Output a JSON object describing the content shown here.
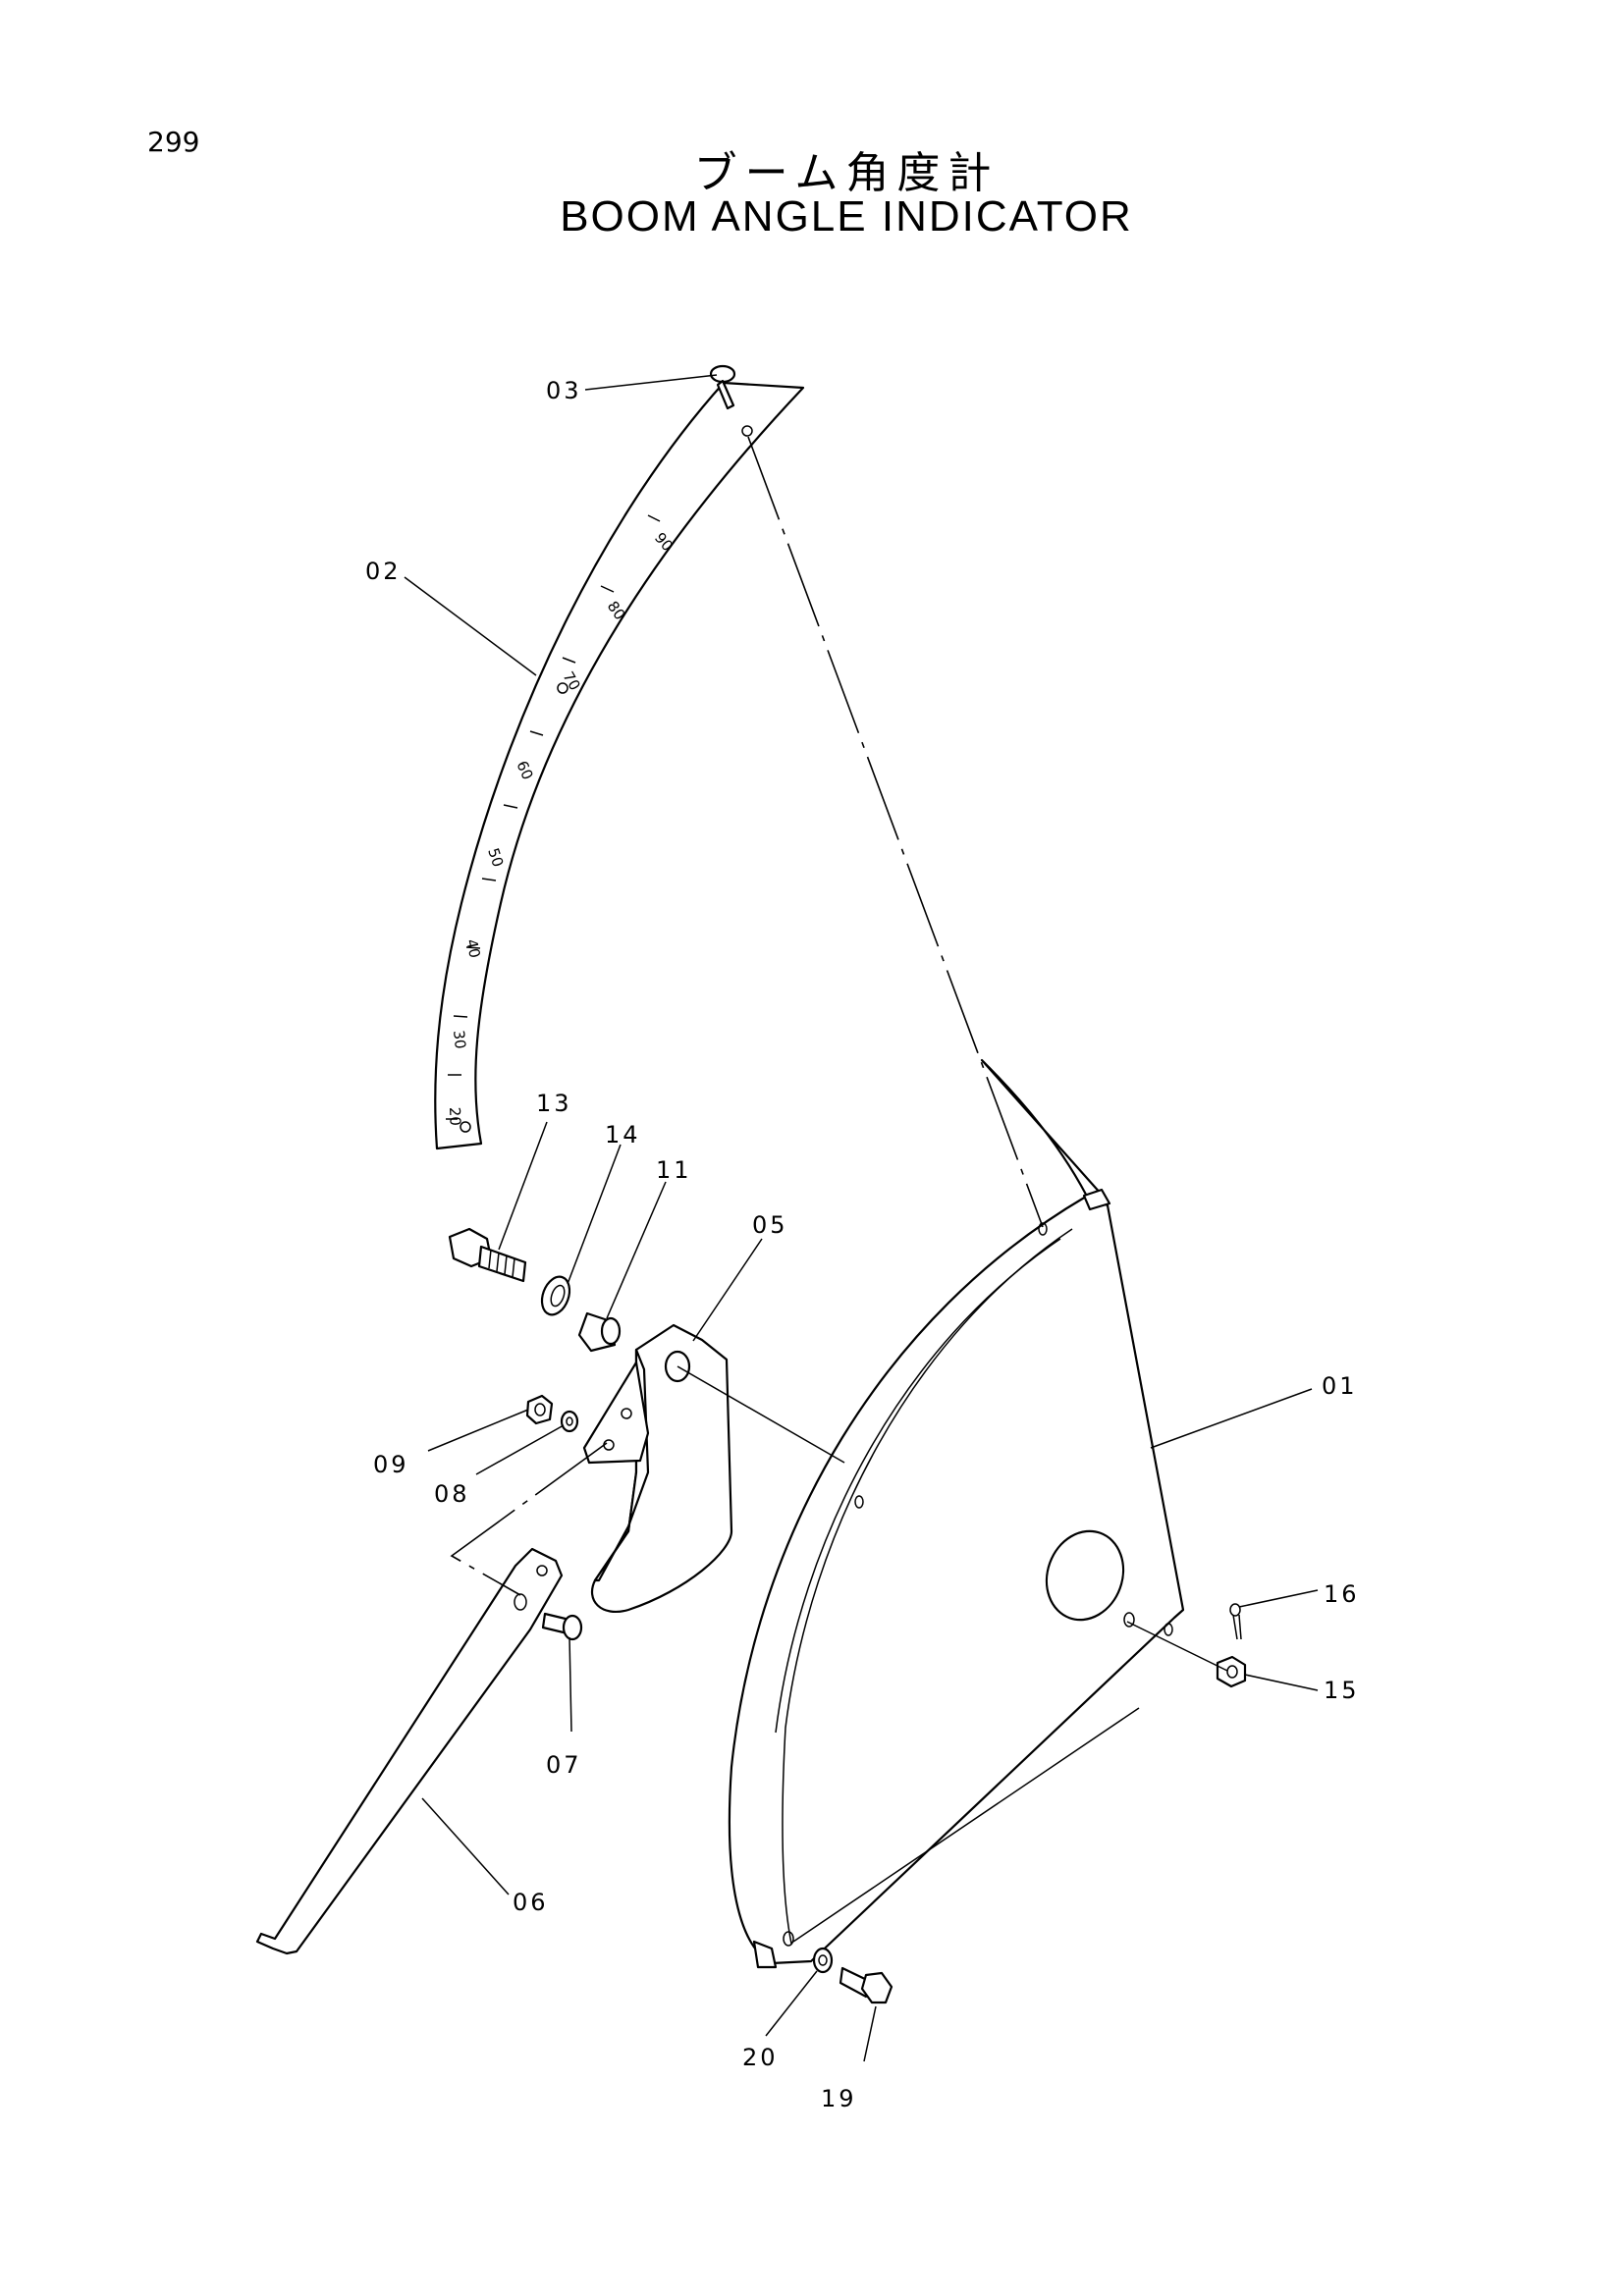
{
  "page_number": "299",
  "title_japanese": "ブーム角度計",
  "title_english": "BOOM ANGLE INDICATOR",
  "callouts": [
    {
      "id": "c01",
      "label": "01"
    },
    {
      "id": "c02",
      "label": "02"
    },
    {
      "id": "c03",
      "label": "03"
    },
    {
      "id": "c05",
      "label": "05"
    },
    {
      "id": "c06",
      "label": "06"
    },
    {
      "id": "c07",
      "label": "07"
    },
    {
      "id": "c08",
      "label": "08"
    },
    {
      "id": "c09",
      "label": "09"
    },
    {
      "id": "c11",
      "label": "11"
    },
    {
      "id": "c13",
      "label": "13"
    },
    {
      "id": "c14",
      "label": "14"
    },
    {
      "id": "c15",
      "label": "15"
    },
    {
      "id": "c16",
      "label": "16"
    },
    {
      "id": "c19",
      "label": "19"
    },
    {
      "id": "c20",
      "label": "20"
    }
  ],
  "scale_marks": [
    "90",
    "80",
    "70",
    "60",
    "50",
    "40",
    "30",
    "20"
  ]
}
